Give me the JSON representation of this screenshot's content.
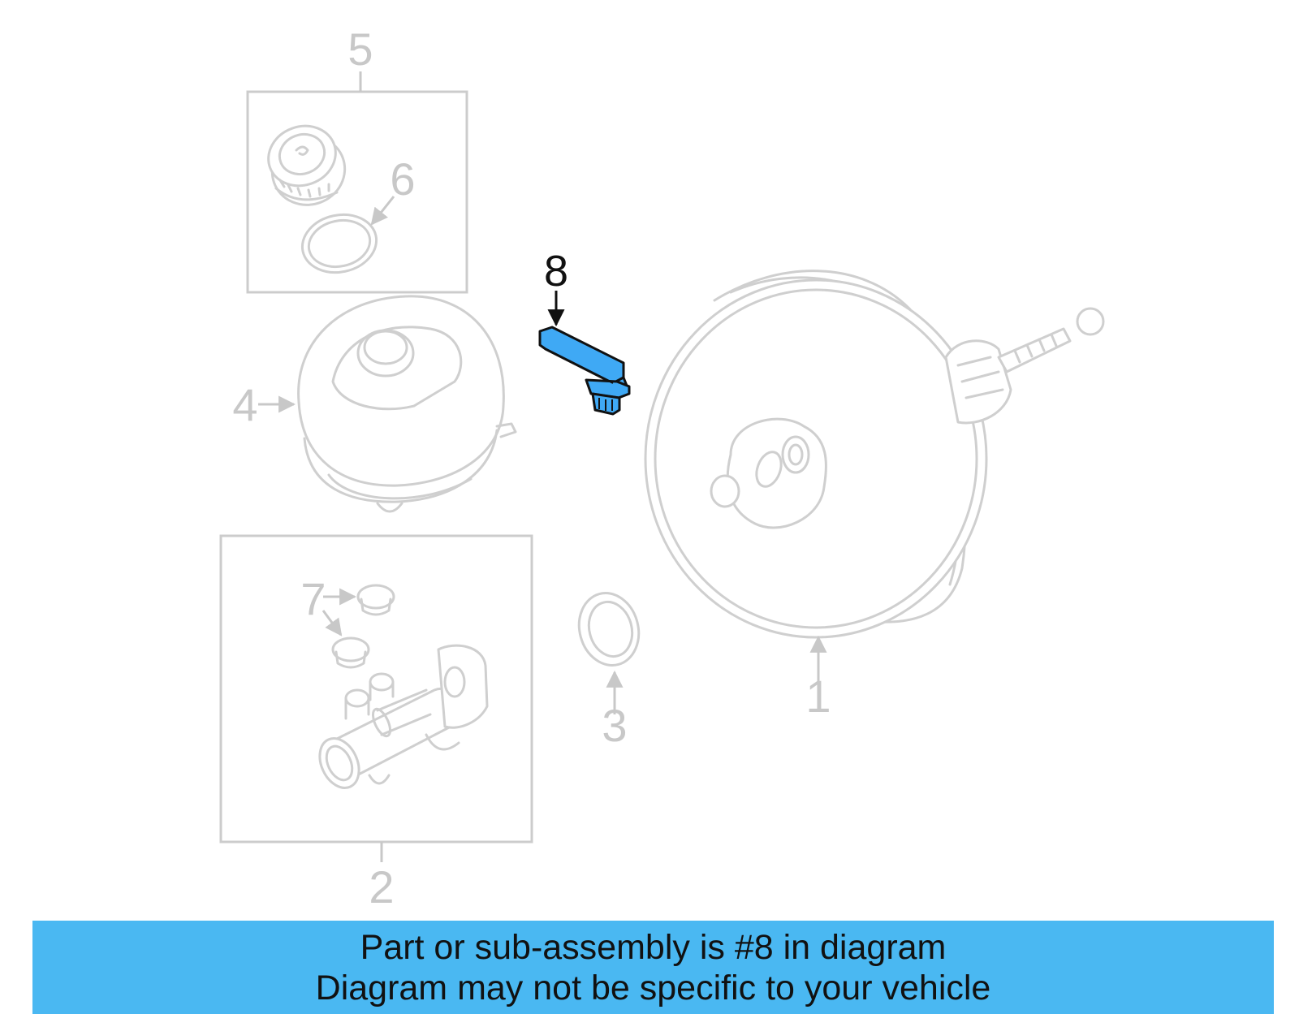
{
  "diagram": {
    "callouts": {
      "c1": "1",
      "c2": "2",
      "c3": "3",
      "c4": "4",
      "c5": "5",
      "c6": "6",
      "c7": "7",
      "c8": "8"
    },
    "highlighted_part": "8",
    "colors": {
      "highlight": "#3fa9f5",
      "banner": "#4ab8f2",
      "inactive_line": "#cfcfcf",
      "active_text": "#111111"
    }
  },
  "banner": {
    "line1": "Part or sub-assembly is #8 in diagram",
    "line2": "Diagram may not be specific to your vehicle"
  }
}
